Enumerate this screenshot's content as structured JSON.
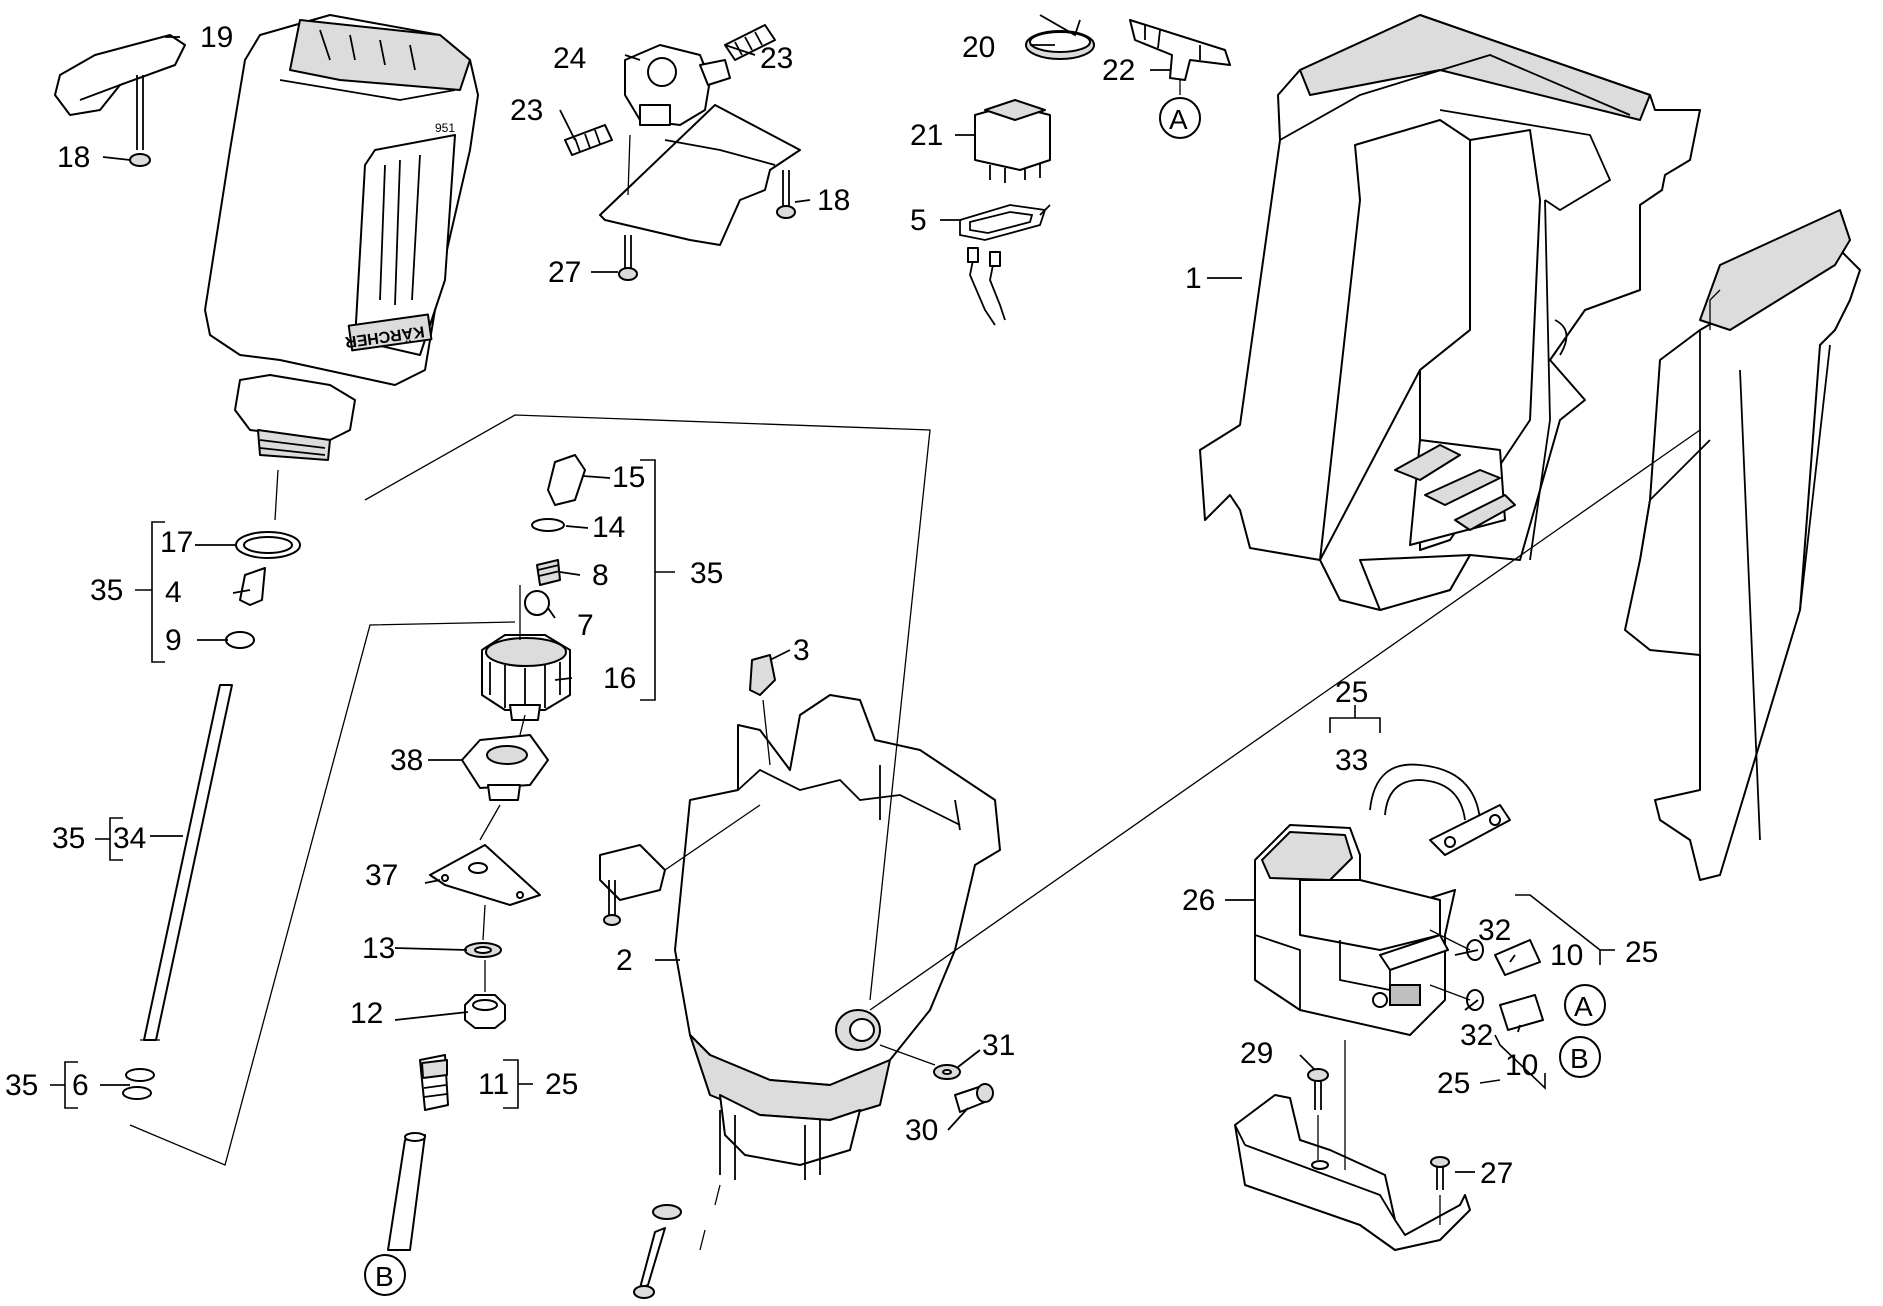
{
  "callouts": [
    {
      "id": "c1",
      "text": "1"
    },
    {
      "id": "c2",
      "text": "2"
    },
    {
      "id": "c3",
      "text": "3"
    },
    {
      "id": "c4",
      "text": "4"
    },
    {
      "id": "c5",
      "text": "5"
    },
    {
      "id": "c6",
      "text": "6"
    },
    {
      "id": "c7",
      "text": "7"
    },
    {
      "id": "c8",
      "text": "8"
    },
    {
      "id": "c9",
      "text": "9"
    },
    {
      "id": "c10a",
      "text": "10"
    },
    {
      "id": "c10b",
      "text": "10"
    },
    {
      "id": "c11",
      "text": "11"
    },
    {
      "id": "c12",
      "text": "12"
    },
    {
      "id": "c13",
      "text": "13"
    },
    {
      "id": "c14",
      "text": "14"
    },
    {
      "id": "c15",
      "text": "15"
    },
    {
      "id": "c16",
      "text": "16"
    },
    {
      "id": "c17",
      "text": "17"
    },
    {
      "id": "c18a",
      "text": "18"
    },
    {
      "id": "c18b",
      "text": "18"
    },
    {
      "id": "c19",
      "text": "19"
    },
    {
      "id": "c20",
      "text": "20"
    },
    {
      "id": "c21",
      "text": "21"
    },
    {
      "id": "c22",
      "text": "22"
    },
    {
      "id": "c23a",
      "text": "23"
    },
    {
      "id": "c23b",
      "text": "23"
    },
    {
      "id": "c24",
      "text": "24"
    },
    {
      "id": "c25a",
      "text": "25"
    },
    {
      "id": "c25b",
      "text": "25"
    },
    {
      "id": "c25c",
      "text": "25"
    },
    {
      "id": "c25d",
      "text": "25"
    },
    {
      "id": "c26",
      "text": "26"
    },
    {
      "id": "c27a",
      "text": "27"
    },
    {
      "id": "c27b",
      "text": "27"
    },
    {
      "id": "c29",
      "text": "29"
    },
    {
      "id": "c30",
      "text": "30"
    },
    {
      "id": "c31",
      "text": "31"
    },
    {
      "id": "c32a",
      "text": "32"
    },
    {
      "id": "c32b",
      "text": "32"
    },
    {
      "id": "c33",
      "text": "33"
    },
    {
      "id": "c34",
      "text": "34"
    },
    {
      "id": "c35a",
      "text": "35"
    },
    {
      "id": "c35b",
      "text": "35"
    },
    {
      "id": "c35c",
      "text": "35"
    },
    {
      "id": "c35d",
      "text": "35"
    },
    {
      "id": "c37",
      "text": "37"
    },
    {
      "id": "c38",
      "text": "38"
    }
  ],
  "connectors": [
    {
      "id": "ca1",
      "text": "A"
    },
    {
      "id": "ca2",
      "text": "A"
    },
    {
      "id": "cb1",
      "text": "B"
    },
    {
      "id": "cb2",
      "text": "B"
    }
  ],
  "brand_label": "KÄRCHER",
  "part_marking": "951"
}
